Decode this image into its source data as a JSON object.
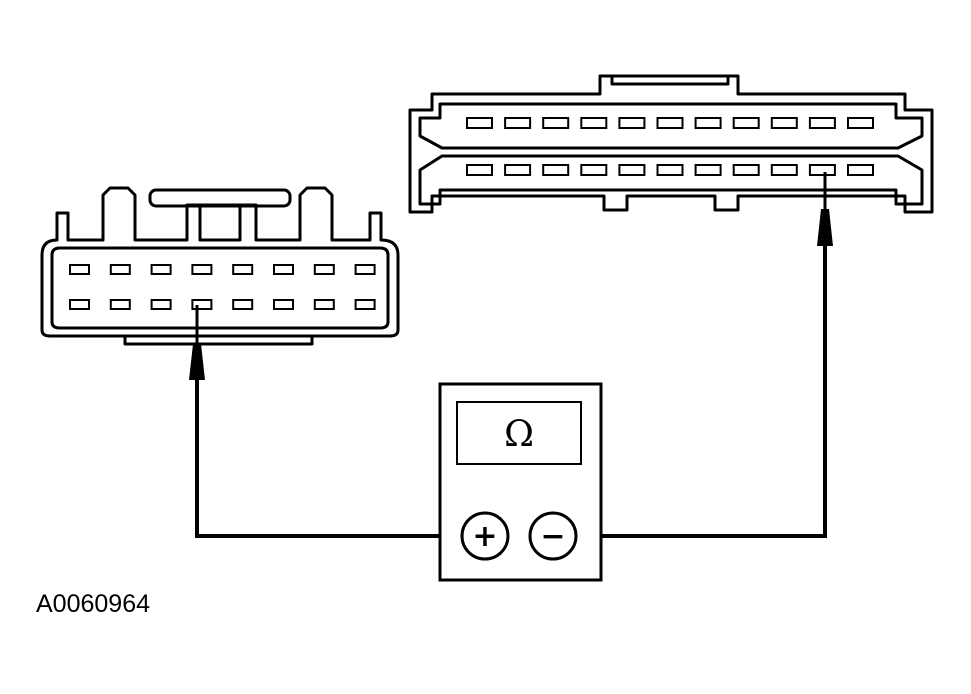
{
  "figure": {
    "id": "A0060964"
  },
  "meter": {
    "display_symbol": "Ω",
    "positive_symbol": "+",
    "negative_symbol": "−"
  },
  "connectors": {
    "left": {
      "rows": 2,
      "pins_per_row": 8,
      "probed_row": 2,
      "probed_pin": 4
    },
    "right": {
      "rows": 2,
      "pins_per_row": 11,
      "probed_row": 2,
      "probed_pin": 10
    }
  },
  "colors": {
    "stroke": "#000000",
    "background": "#ffffff"
  }
}
